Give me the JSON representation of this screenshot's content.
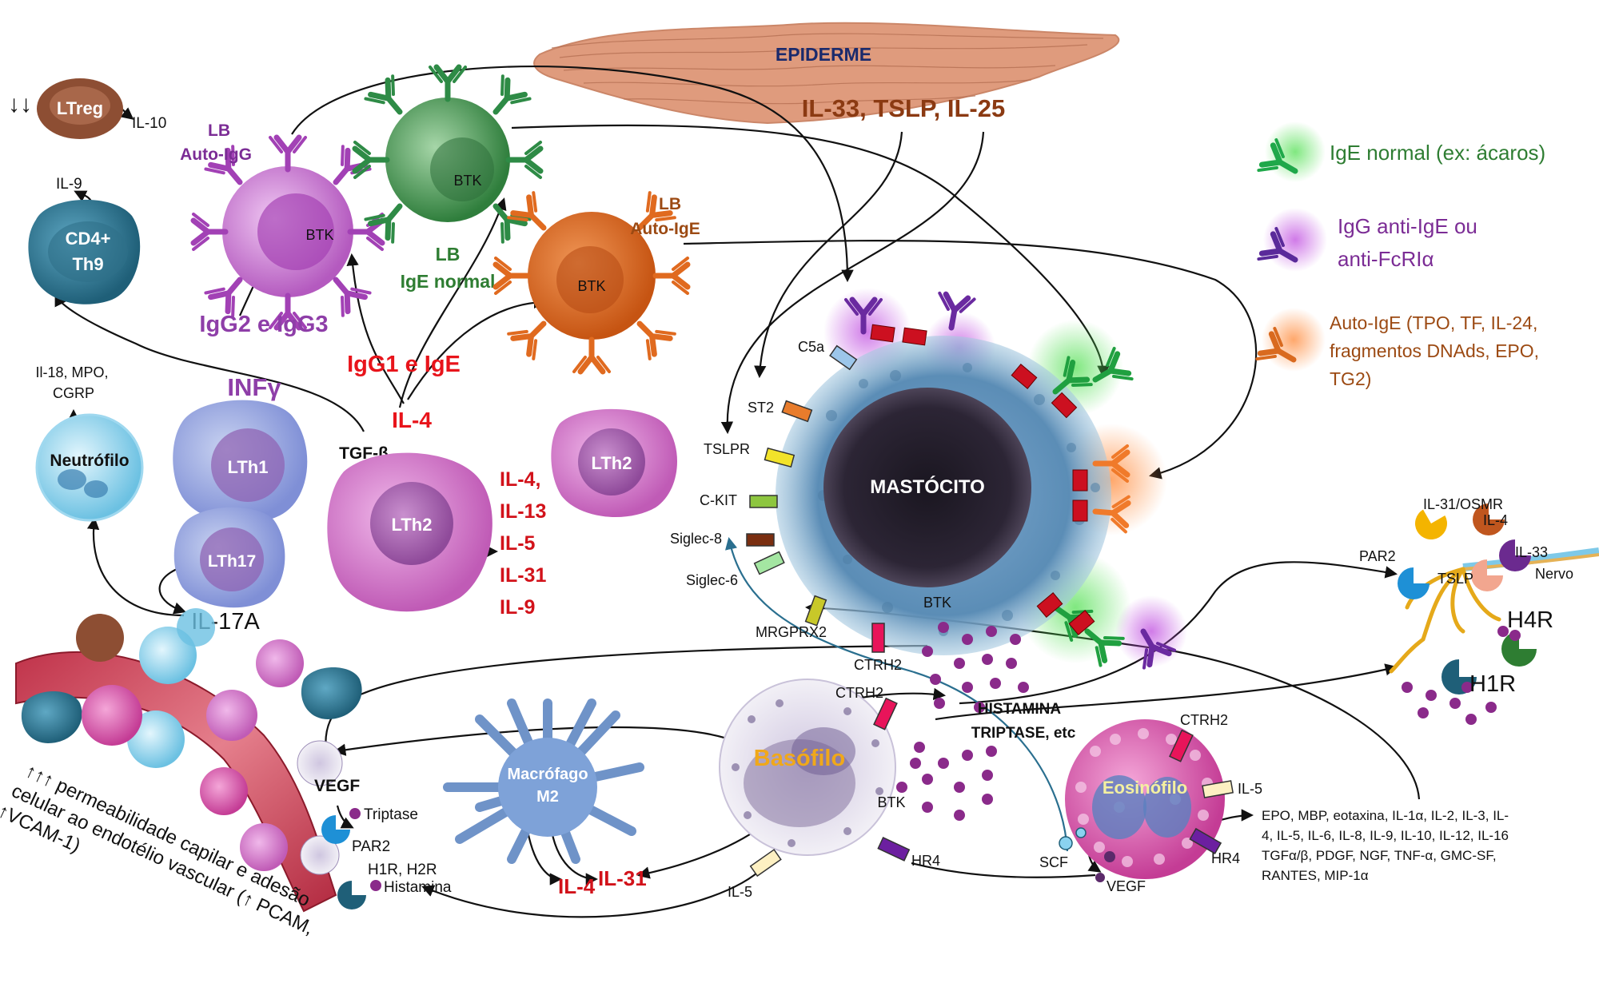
{
  "diagram": {
    "epiderme": "EPIDERME",
    "alarmins": "IL-33, TSLP, IL-25",
    "ltreg": "LTreg",
    "ltreg_arrows": "↓↓",
    "il10": "IL-10",
    "cd4_1": "CD4+",
    "cd4_2": "Th9",
    "il9_top": "IL-9",
    "lb_autoigg_1": "LB",
    "lb_autoigg_2": "Auto-IgG",
    "btk": "BTK",
    "lb_ige_1": "LB",
    "lb_ige_2": "IgE normal",
    "lb_autoige_1": "LB",
    "lb_autoige_2": "Auto-IgE",
    "igg2_igg3": "IgG2 e IgG3",
    "igg1_ige": "IgG1 e IgE",
    "il4_center": "IL-4",
    "tgfb": "TGF-β",
    "infg": "INFγ",
    "lth1": "LTh1",
    "lth17": "LTh17",
    "il17a": "IL-17A",
    "lth2": "LTh2",
    "lth2_right": "LTh2",
    "neutrofilo": "Neutrófilo",
    "neut_mediators_1": "Il-18, MPO,",
    "neut_mediators_2": "CGRP",
    "th2_cytokines": [
      "IL-4,",
      "IL-13",
      "IL-5",
      "IL-31",
      "IL-9"
    ],
    "mastocito": "MASTÓCITO",
    "c5a": "C5a",
    "st2": "ST2",
    "tslpr": "TSLPR",
    "ckit": "C-KIT",
    "siglec8": "Siglec-8",
    "siglec6": "Siglec-6",
    "mrgprx2": "MRGPRX2",
    "ctrh2": "CTRH2",
    "btk_mast": "BTK",
    "histamina": "HISTAMINA",
    "triptase_etc": "TRIPTASE, etc",
    "legend_ige": "IgE normal (ex: ácaros)",
    "legend_igg_1": "IgG anti-IgE ou",
    "legend_igg_2": "anti-FcRIα",
    "legend_autoige_1": "Auto-IgE (TPO, TF, IL-24,",
    "legend_autoige_2": "fragmentos DNAds, EPO,",
    "legend_autoige_3": "TG2)",
    "il31osmr": "IL-31/OSMR",
    "il4_nerve": "IL-4",
    "il33_nerve": "IL-33",
    "par2_nerve": "PAR2",
    "tslp_nerve": "TSLP",
    "nervo": "Nervo",
    "h4r": "H4R",
    "h1r": "H1R",
    "basofilo": "Basófilo",
    "ctrh2_baso": "CTRH2",
    "btk_baso": "BTK",
    "hr4_baso": "HR4",
    "il5_baso": "IL-5",
    "eosinofilo": "Eosinófilo",
    "ctrh2_eos": "CTRH2",
    "il5_eos": "IL-5",
    "hr4_eos": "HR4",
    "scf": "SCF",
    "vegf_eos": "VEGF",
    "eos_mediators": [
      "EPO, MBP, eotaxina, IL-1α, IL-2, IL-3, IL-",
      "4, IL-5, IL-6, IL-8, IL-9, IL-10, IL-12, IL-16",
      "TGFα/β, PDGF, NGF, TNF-α, GMC-SF,",
      "RANTES, MIP-1α"
    ],
    "macrofago_1": "Macrófago",
    "macrofago_2": "M2",
    "il4_bottom": "IL-4",
    "il31_bottom": "IL-31",
    "vegf_vessel": "VEGF",
    "triptase": "Triptase",
    "par2_vessel": "PAR2",
    "h1r_h2r": "H1R, H2R",
    "histamina_vessel": "Histamina",
    "vascular_1": "↑↑↑ permeabilidade capilar e adesão",
    "vascular_2": "celular ao endotélio vascular (↑ PCAM,",
    "vascular_3": "↑VCAM-1)"
  },
  "colors": {
    "red": "#e8141b",
    "purple": "#7b2c95",
    "green": "#2e7d32",
    "orange_brown": "#9c4a13",
    "navy": "#1a2a6c",
    "mast_cell": "#5e8ab0",
    "eosinophil": "#d44aa0"
  }
}
